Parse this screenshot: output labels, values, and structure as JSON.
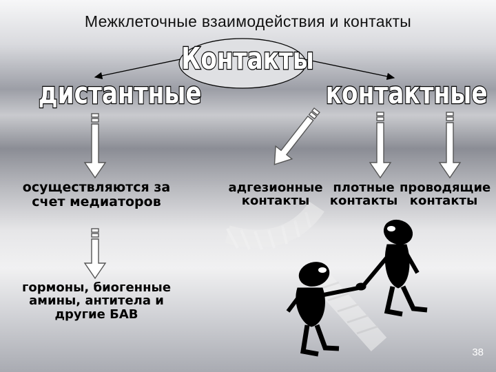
{
  "slide": {
    "title": "Межклеточные взаимодействия и контакты",
    "page_number": "38"
  },
  "diagram": {
    "root": "Контакты",
    "distant": "дистантные",
    "contact": "контактные",
    "mediators": "осуществляются за счет медиаторов",
    "substances": "гормоны, биогенные амины, антитела и другие БАВ",
    "adhesive": "адгезионные контакты",
    "tight": "плотные контакты",
    "conductive": "проводящие контакты"
  }
}
